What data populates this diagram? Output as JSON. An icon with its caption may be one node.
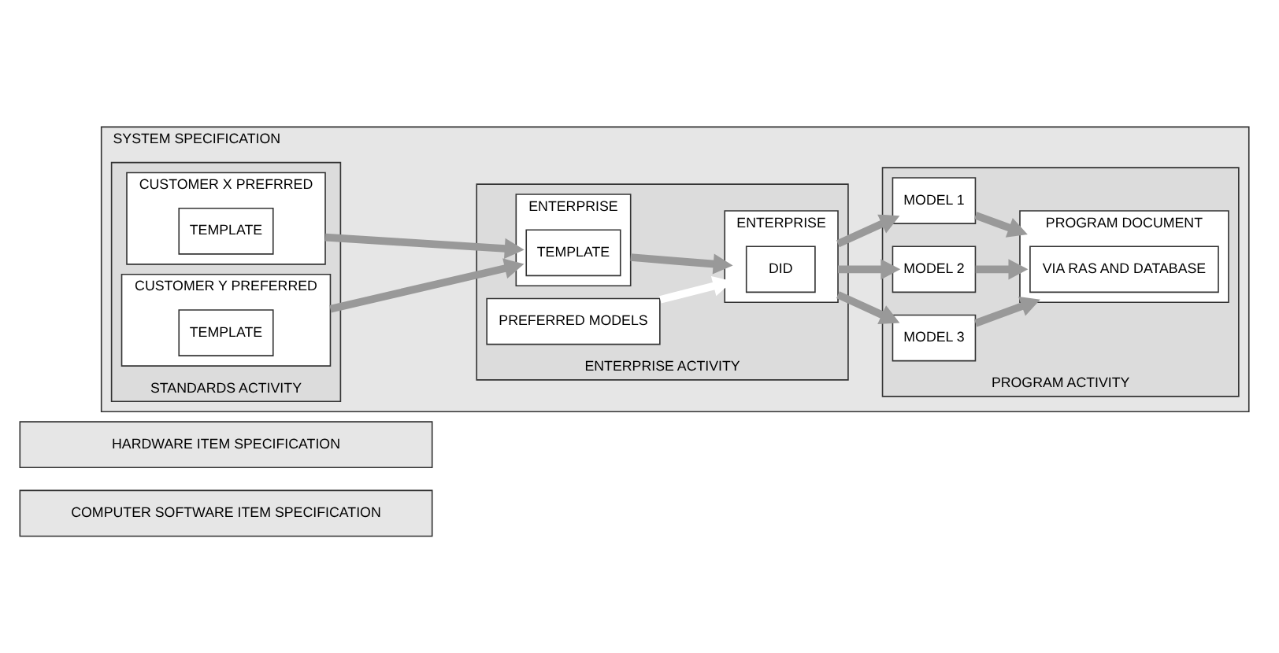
{
  "diagram": {
    "nodes": [
      {
        "text": [
          "COMPUTER SOFTWARE ITEM SPECIFICATION"
        ]
      },
      {
        "text": [
          "HARDWARE ITEM SPECIFICATION"
        ]
      },
      {
        "text": [
          "SYSTEM SPECIFICATION"
        ]
      },
      {
        "text": [
          "STANDARDS ACTIVITY"
        ],
        "in": 2
      },
      {
        "text": [
          "CUSTOMER X PREFRRED"
        ],
        "in": 3
      },
      {
        "text": [
          "TEMPLATE"
        ],
        "in": 4
      },
      {
        "text": [
          "CUSTOMER Y PREFERRED"
        ],
        "in": 3
      },
      {
        "text": [
          "TEMPLATE"
        ],
        "in": 6
      },
      {
        "text": [
          "ENTERPRISE ACTIVITY"
        ],
        "in": 2
      },
      {
        "text": [
          "PREFERRED MODELS"
        ],
        "in": 8
      },
      {
        "text": [
          "ENTERPRISE"
        ],
        "in": 8
      },
      {
        "text": [
          "TEMPLATE"
        ],
        "in": 10
      },
      {
        "text": [
          "ENTERPRISE"
        ],
        "in": 8
      },
      {
        "text": [
          "DID"
        ],
        "in": 12
      },
      {
        "text": [
          "PROGRAM ACTIVITY"
        ],
        "in": 2
      },
      {
        "text": [
          "MODEL 1"
        ],
        "in": 14
      },
      {
        "text": [
          "MODEL 2"
        ],
        "in": 14
      },
      {
        "text": [
          "MODEL 3"
        ],
        "in": 14
      },
      {
        "text": [
          "PROGRAM DOCUMENT"
        ],
        "in": 14
      },
      {
        "text": [
          "VIA RAS AND DATABASE"
        ],
        "in": 18
      }
    ],
    "edges": [
      {
        "from": 4,
        "to": 10,
        "arrow": "to"
      },
      {
        "from": 6,
        "to": 10,
        "arrow": "to"
      },
      {
        "from": 9,
        "to": 12,
        "arrow": "to",
        "color": "#ffffff"
      },
      {
        "from": 10,
        "to": 12,
        "arrow": "to"
      },
      {
        "from": 12,
        "to": 15,
        "arrow": "to"
      },
      {
        "from": 12,
        "to": 16,
        "arrow": "to"
      },
      {
        "from": 12,
        "to": 17,
        "arrow": "to"
      },
      {
        "from": 15,
        "to": 18,
        "arrow": "to"
      },
      {
        "from": 16,
        "to": 18,
        "arrow": "to"
      },
      {
        "from": 17,
        "to": 18,
        "arrow": "to"
      }
    ]
  }
}
